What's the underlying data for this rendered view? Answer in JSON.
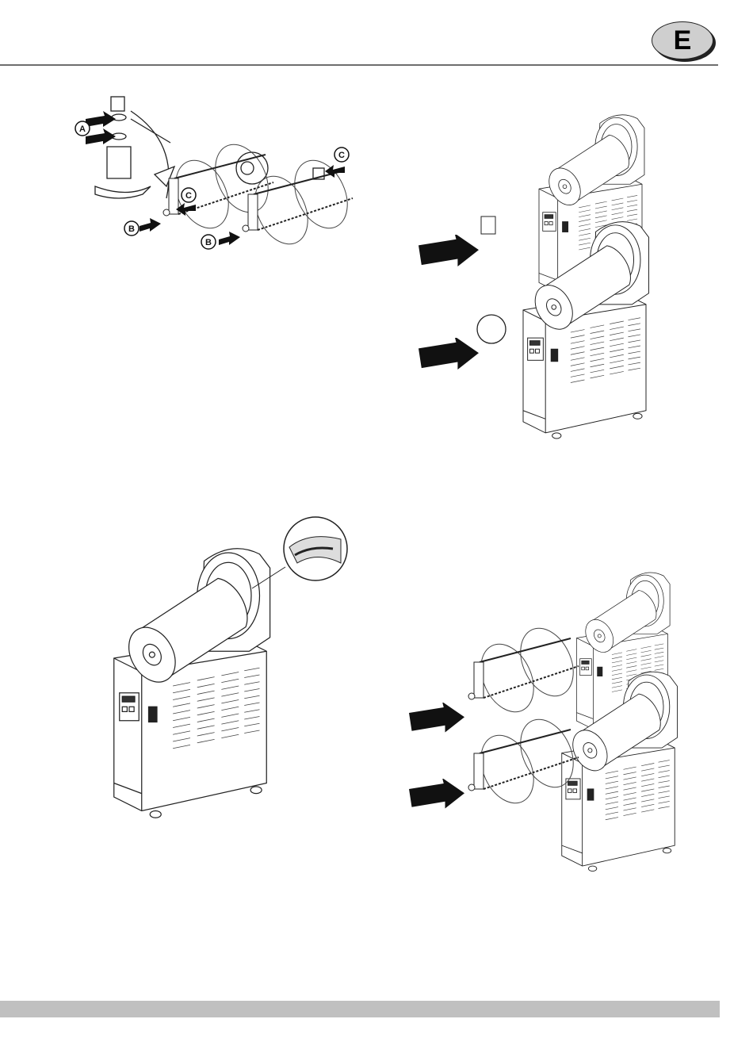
{
  "header": {
    "language_badge": "E"
  },
  "figure1": {
    "callouts": {
      "a": "A",
      "b1": "B",
      "b2": "B",
      "c1": "C",
      "c2": "C"
    }
  },
  "figure3": {},
  "colors": {
    "rule": "#6e6e6e",
    "badge": "#cfcfcf",
    "footer_bar": "#c0c0c0",
    "line": "#222222"
  }
}
